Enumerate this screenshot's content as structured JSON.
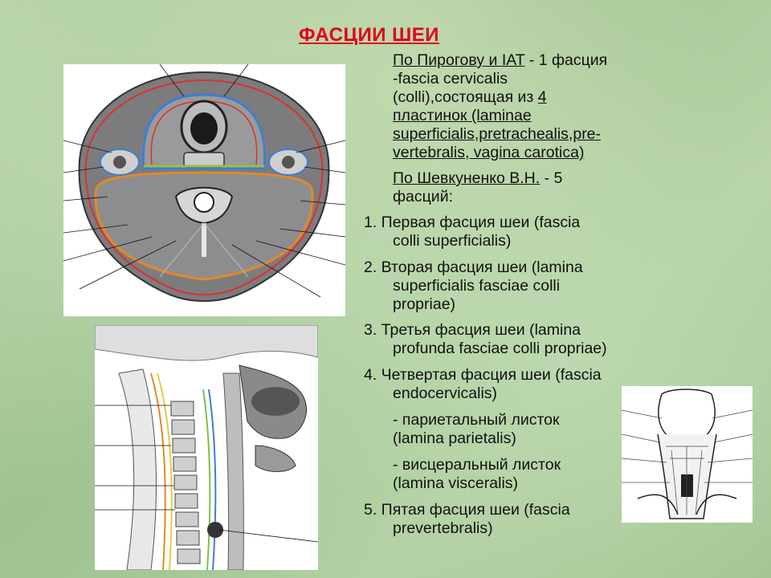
{
  "title": "ФАСЦИИ ШЕИ",
  "pirogov": {
    "link": "По Пирогову и IAT",
    "tail": " - 1 фасция",
    "l2": "-fascia cervicalis",
    "l3_pre": "(colli),состоящая из ",
    "l3_link": "4",
    "l4": "пластинок (laminae",
    "l5": "superficialis,pretrachealis,pre-",
    "l6": "vertebralis, vagina carotica)"
  },
  "shevkunenko": {
    "link": "По Шевкуненко В.Н.",
    "tail": " - 5",
    "l2": "фасций:"
  },
  "items": [
    {
      "l1": "1. Первая фасция шеи (fascia",
      "l2": "colli superficialis)"
    },
    {
      "l1": "2. Вторая фасция шеи (lamina",
      "l2": "superficialis fasciae colli",
      "l3": "propriae)"
    },
    {
      "l1": "3. Третья фасция шеи (lamina",
      "l2": "profunda fasciae colli propriae)"
    },
    {
      "l1": "4. Четвертая фасция шеи (fascia",
      "l2": "endocervicalis)"
    },
    {
      "l1": "- париетальный листок",
      "l2": "(lamina parietalis)"
    },
    {
      "l1": "- висцеральный листок",
      "l2": "(lamina visceralis)"
    },
    {
      "l1": "5. Пятая фасция шеи (fascia",
      "l2": "prevertebralis)"
    }
  ]
}
